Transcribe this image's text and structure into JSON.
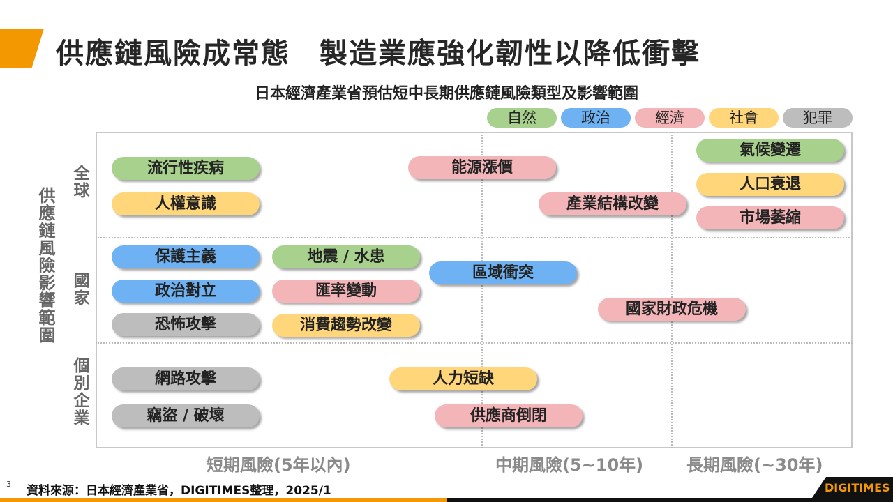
{
  "title": "供應鏈風險成常態　製造業應強化韌性以降低衝擊",
  "subtitle": "日本經濟產業省預估短中長期供應鏈風險類型及影響範圍",
  "legend": [
    "自然",
    "政治",
    "經濟",
    "社會",
    "犯罪"
  ],
  "colors": {
    "自然": "#a9d18e",
    "政治": "#6fb2f3",
    "經濟": "#f4b5b8",
    "社會": "#ffd67a",
    "犯罪": "#bdbdbd",
    "accent": "#f39800"
  },
  "y_axis": {
    "title": "供應鏈風險影響範圍",
    "levels": [
      "全球",
      "國家",
      "個別企業"
    ]
  },
  "x_axis": [
    "短期風險(5年以內)",
    "中期風險(5~10年)",
    "長期風險(~30年)"
  ],
  "risks": [
    {
      "label": "流行性疾病",
      "category": "自然"
    },
    {
      "label": "人權意識",
      "category": "社會"
    },
    {
      "label": "能源漲價",
      "category": "經濟"
    },
    {
      "label": "產業結構改變",
      "category": "經濟"
    },
    {
      "label": "氣候變遷",
      "category": "自然"
    },
    {
      "label": "人口衰退",
      "category": "社會"
    },
    {
      "label": "市場萎縮",
      "category": "經濟"
    },
    {
      "label": "保護主義",
      "category": "政治"
    },
    {
      "label": "地震 / 水患",
      "category": "自然"
    },
    {
      "label": "區域衝突",
      "category": "政治"
    },
    {
      "label": "政治對立",
      "category": "政治"
    },
    {
      "label": "匯率變動",
      "category": "經濟"
    },
    {
      "label": "國家財政危機",
      "category": "經濟"
    },
    {
      "label": "恐怖攻擊",
      "category": "犯罪"
    },
    {
      "label": "消費趨勢改變",
      "category": "社會"
    },
    {
      "label": "網路攻擊",
      "category": "犯罪"
    },
    {
      "label": "人力短缺",
      "category": "社會"
    },
    {
      "label": "竊盜 / 破壞",
      "category": "犯罪"
    },
    {
      "label": "供應商倒閉",
      "category": "經濟"
    }
  ],
  "footer": {
    "page": "3",
    "source": "資料來源：日本經濟產業省，DIGITIMES整理，2025/1",
    "logo": "DIGITIMES"
  }
}
